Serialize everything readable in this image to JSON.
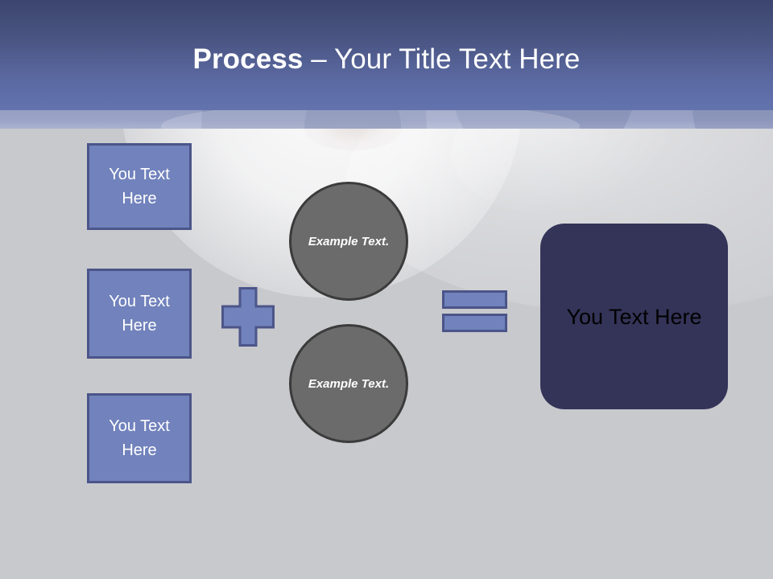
{
  "slide": {
    "title": {
      "bold_part": "Process",
      "separator": " – ",
      "rest": "Your Title Text Here"
    },
    "theme": {
      "header_gradient_top": "#3b456e",
      "header_gradient_bottom": "#6373ae",
      "band_color": "#9ba4c7",
      "body_bg": "#c8c9cd",
      "accent_blue_fill": "#7182bc",
      "accent_blue_border": "#4b5589",
      "circle_fill": "#6b6b6b",
      "circle_border": "#3b3b3b",
      "result_fill": "#343459",
      "title_text_color": "#ffffff",
      "box_text_color": "#ffffff",
      "result_text_color": "#000000"
    }
  },
  "inputs": [
    {
      "label": "You Text Here"
    },
    {
      "label": "You Text Here"
    },
    {
      "label": "You Text Here"
    }
  ],
  "operators": {
    "plus": "+",
    "equals": "="
  },
  "circles": [
    {
      "label": "Example Text."
    },
    {
      "label": "Example Text."
    }
  ],
  "result": {
    "label": "You Text Here"
  }
}
